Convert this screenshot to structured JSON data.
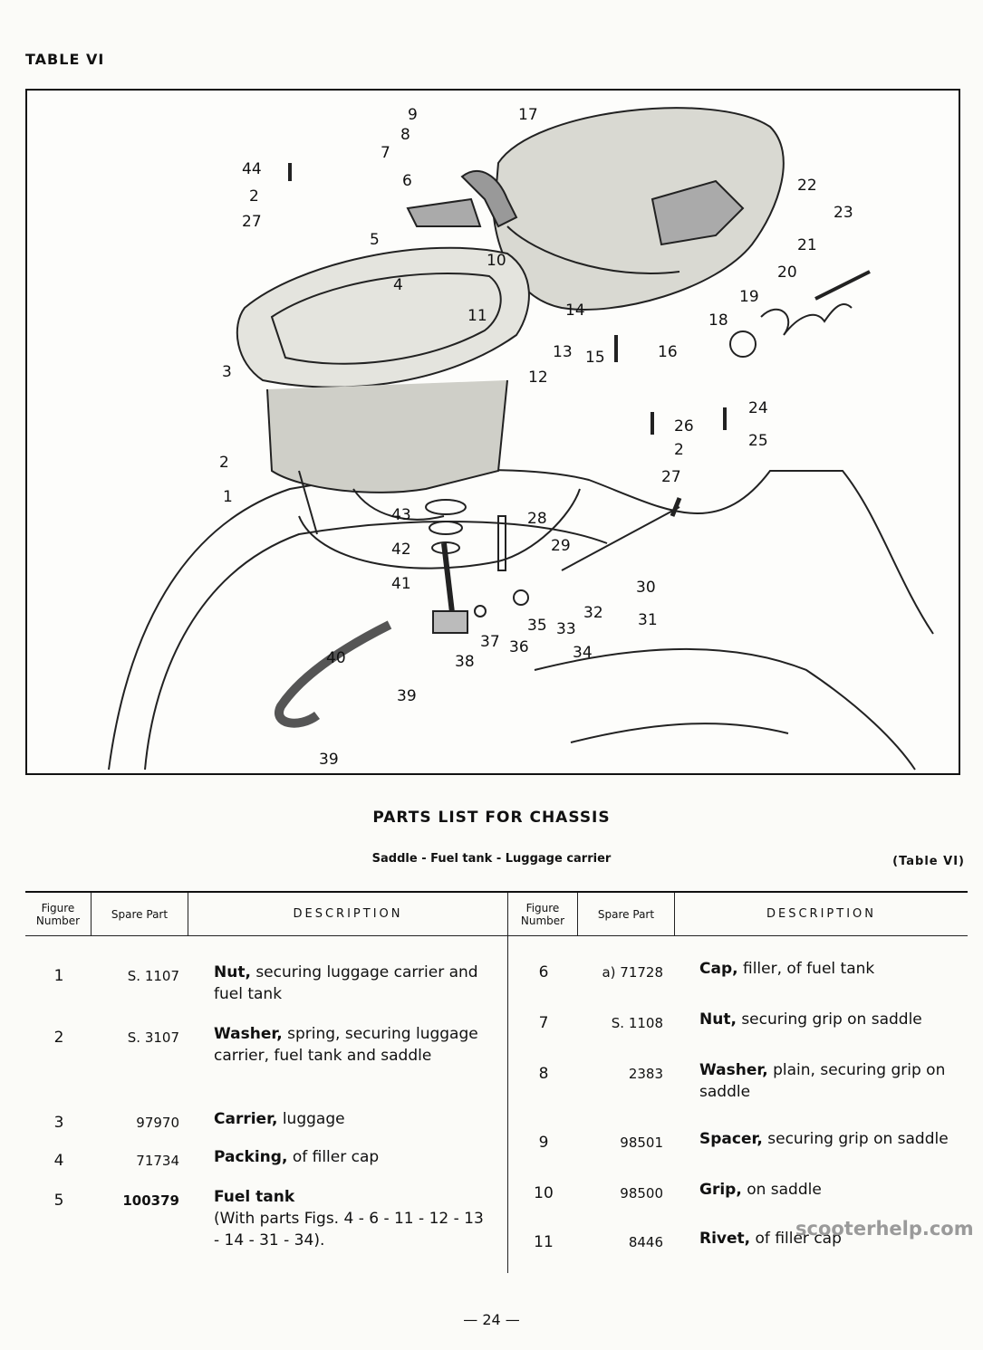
{
  "table_label": "TABLE VI",
  "figure_callouts": [
    "1",
    "2",
    "2",
    "2",
    "3",
    "4",
    "5",
    "6",
    "7",
    "8",
    "9",
    "10",
    "11",
    "12",
    "13",
    "14",
    "15",
    "16",
    "17",
    "18",
    "19",
    "20",
    "21",
    "22",
    "23",
    "24",
    "25",
    "26",
    "27",
    "27",
    "28",
    "29",
    "30",
    "31",
    "32",
    "33",
    "34",
    "35",
    "36",
    "37",
    "38",
    "39",
    "39",
    "40",
    "41",
    "42",
    "43",
    "44"
  ],
  "parts_title": "PARTS LIST FOR CHASSIS",
  "subtitle": "Saddle - Fuel tank - Luggage carrier",
  "table_ref": "(Table VI)",
  "headers": {
    "figure_number": "Figure Number",
    "spare_part": "Spare Part",
    "description": "DESCRIPTION"
  },
  "left_rows": [
    {
      "fig": "1",
      "spare": "S. 1107",
      "name": "Nut,",
      "desc": "securing luggage carrier and fuel tank"
    },
    {
      "fig": "2",
      "spare": "S. 3107",
      "name": "Washer,",
      "desc": "spring, securing luggage carrier, fuel tank and saddle"
    },
    {
      "fig": "3",
      "spare": "97970",
      "name": "Carrier,",
      "desc": "luggage"
    },
    {
      "fig": "4",
      "spare": "71734",
      "name": "Packing,",
      "desc": "of filler cap"
    },
    {
      "fig": "5",
      "spare": "100379",
      "name": "Fuel tank",
      "desc": "(With parts Figs. 4 - 6 - 11 - 12 - 13 - 14 - 31 - 34)."
    }
  ],
  "right_rows": [
    {
      "fig": "6",
      "spare": "a) 71728",
      "name": "Cap,",
      "desc": "filler, of fuel tank"
    },
    {
      "fig": "7",
      "spare": "S. 1108",
      "name": "Nut,",
      "desc": "securing grip on saddle"
    },
    {
      "fig": "8",
      "spare": "2383",
      "name": "Washer,",
      "desc": "plain, securing grip on saddle"
    },
    {
      "fig": "9",
      "spare": "98501",
      "name": "Spacer,",
      "desc": "securing grip on saddle"
    },
    {
      "fig": "10",
      "spare": "98500",
      "name": "Grip,",
      "desc": "on saddle"
    },
    {
      "fig": "11",
      "spare": "8446",
      "name": "Rivet,",
      "desc": "of filler cap"
    }
  ],
  "page_number": "— 24 —",
  "watermark": "scooterhelp.com"
}
